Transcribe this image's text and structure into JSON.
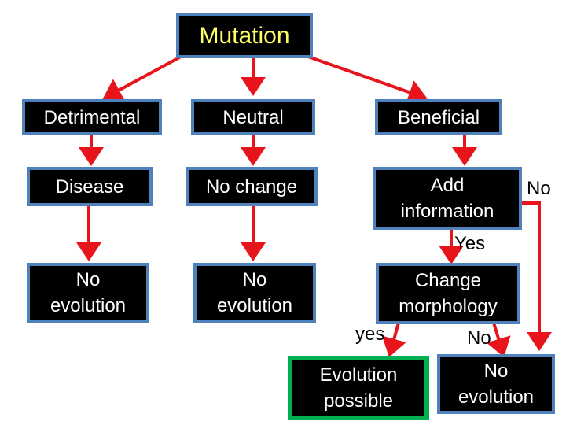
{
  "diagram": {
    "root": "Mutation",
    "categories": {
      "detrimental": "Detrimental",
      "neutral": "Neutral",
      "beneficial": "Beneficial"
    },
    "level2": {
      "disease": "Disease",
      "no_change": "No change",
      "add_information_line1": "Add",
      "add_information_line2": "information"
    },
    "level3": {
      "no_evolution_left_line1": "No",
      "no_evolution_left_line2": "evolution",
      "no_evolution_mid_line1": "No",
      "no_evolution_mid_line2": "evolution",
      "change_morphology_line1": "Change",
      "change_morphology_line2": "morphology"
    },
    "outcomes": {
      "evolution_possible_line1": "Evolution",
      "evolution_possible_line2": "possible",
      "no_evolution_right_line1": "No",
      "no_evolution_right_line2": "evolution"
    },
    "edge_labels": {
      "add_info_no": "No",
      "add_info_yes": "Yes",
      "morphology_yes": "yes",
      "morphology_no": "No"
    },
    "colors": {
      "box_fill": "#000000",
      "box_border": "#4f81bd",
      "highlight_border": "#00b050",
      "title_text": "#ffff66",
      "arrow": "#e8141b"
    }
  }
}
